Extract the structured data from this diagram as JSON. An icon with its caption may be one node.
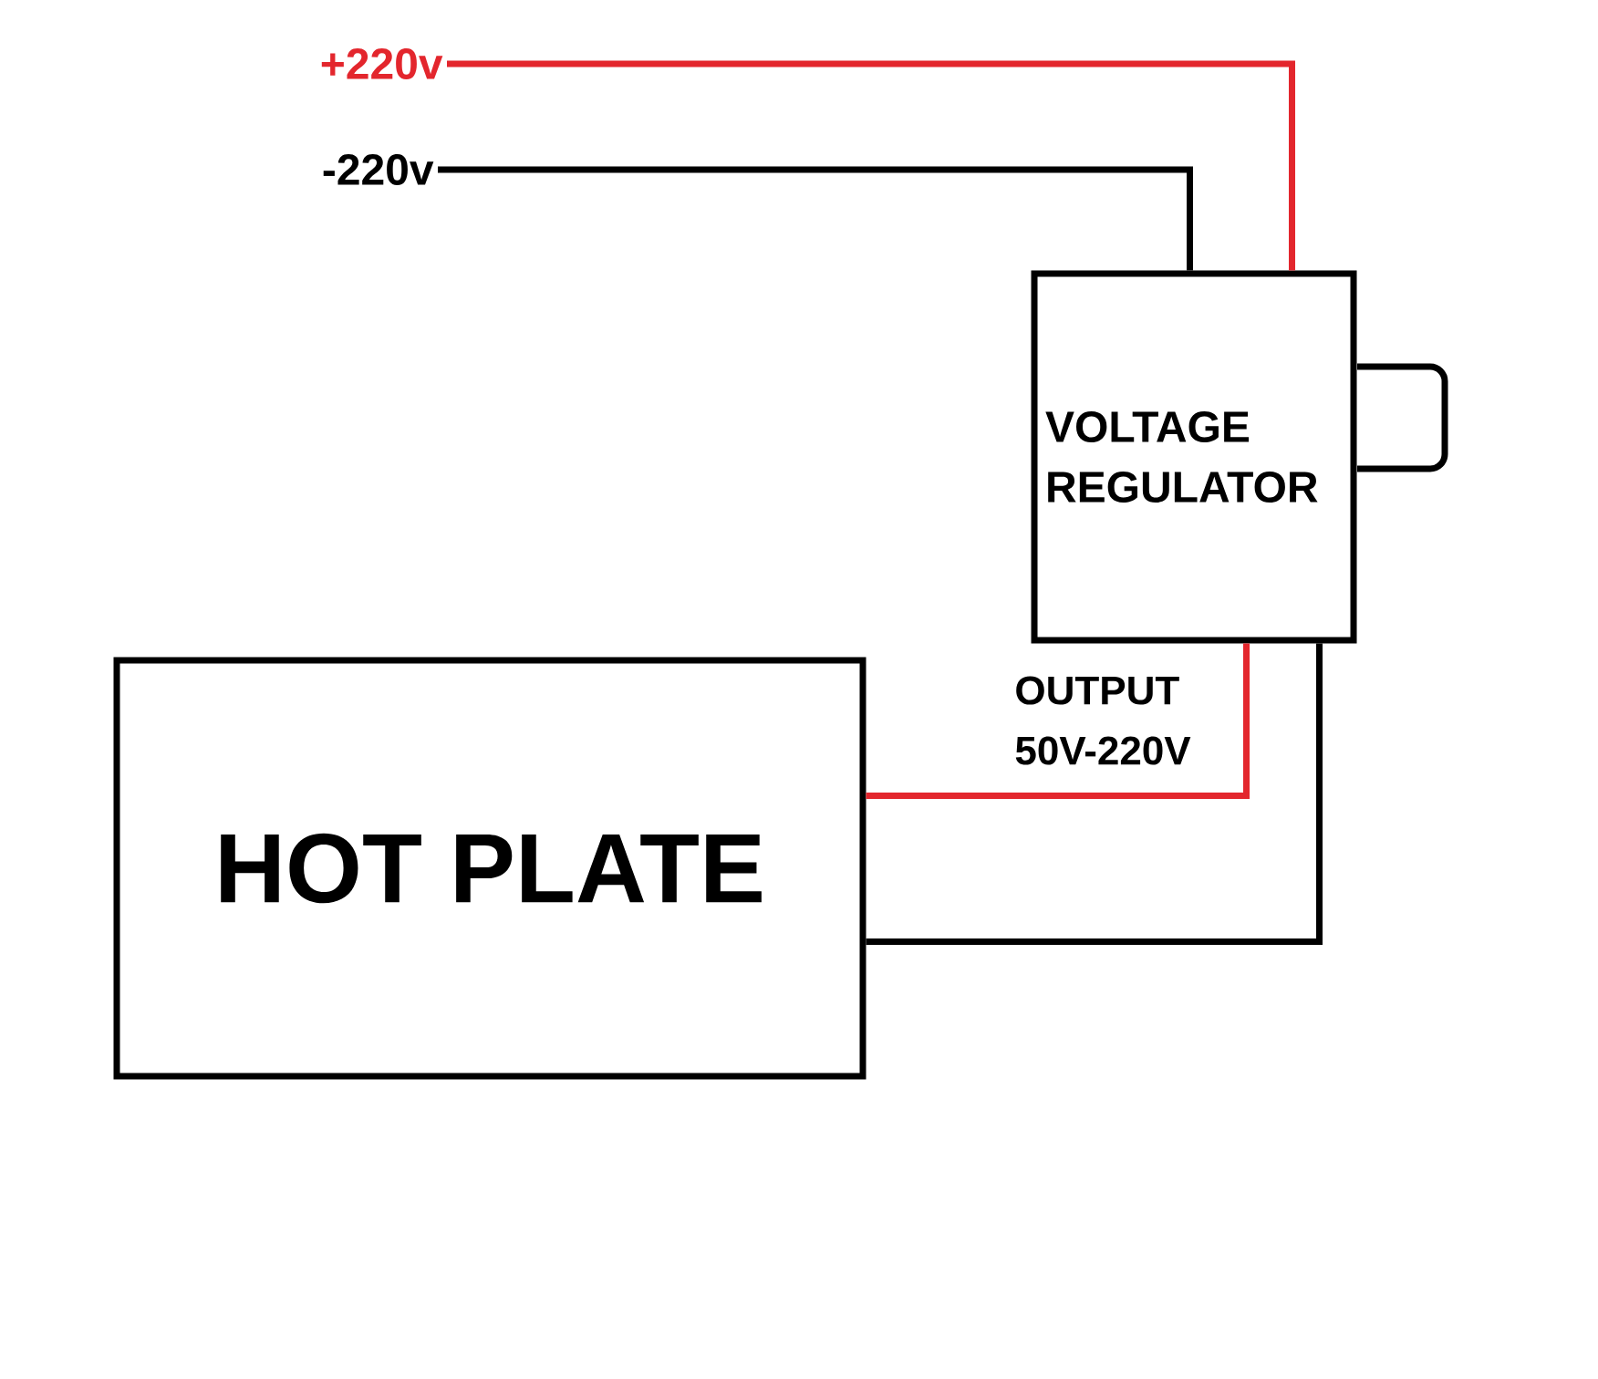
{
  "diagram": {
    "nodes": [
      {
        "text": [
          "+220v"
        ]
      },
      {
        "text": [
          "-220v"
        ]
      },
      {
        "text": [
          "VOLTAGE REGULATOR"
        ]
      },
      {
        "text": [
          "HOT PLATE"
        ]
      }
    ],
    "edges": [
      {
        "from": 0,
        "to": 2,
        "arrow": "none",
        "color": "#e3262d"
      },
      {
        "from": 1,
        "to": 2,
        "arrow": "none",
        "color": "#000000"
      },
      {
        "from": 2,
        "to": 3,
        "arrow": "none",
        "color": "#e3262d",
        "label": "OUTPUT 50V-220V"
      },
      {
        "from": 2,
        "to": 3,
        "arrow": "none",
        "color": "#000000"
      }
    ]
  }
}
